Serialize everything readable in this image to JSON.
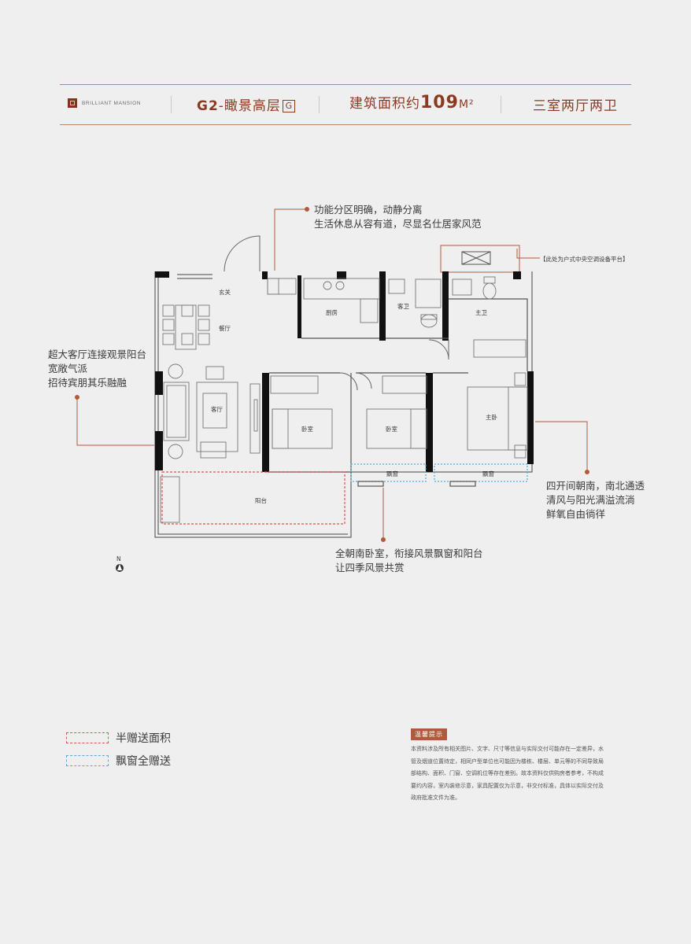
{
  "header": {
    "brand": "BRILLIANT MANSION",
    "unit_prefix": "G2",
    "unit_name": "-瞰景高层",
    "unit_badge": "G",
    "area_label": "建筑面积约",
    "area_value": "109",
    "area_unit": "M²",
    "layout": "三室两厅两卫"
  },
  "callouts": {
    "top": [
      "功能分区明确，动静分离",
      "生活休息从容有道，尽显名仕居家风范"
    ],
    "ac_platform": "【此处为户式中央空调设备平台】",
    "left": [
      "超大客厅连接观景阳台",
      "宽敞气派",
      "招待宾朋其乐融融"
    ],
    "right": [
      "四开间朝南，南北通透",
      "清风与阳光满溢流淌",
      "鲜氧自由徜徉"
    ],
    "bottom": [
      "全朝南卧室，衔接风景飘窗和阳台",
      "让四季风景共赏"
    ]
  },
  "rooms": {
    "entrance": "玄关",
    "dining": "餐厅",
    "kitchen": "厨房",
    "guest_bath": "客卫",
    "master_bath": "主卫",
    "living": "客厅",
    "bedroom_a": "卧室",
    "bedroom_b": "卧室",
    "master_bedroom": "主卧",
    "bay_window_a": "飘窗",
    "bay_window_b": "飘窗",
    "balcony": "阳台"
  },
  "compass": "N",
  "legend": [
    {
      "label": "半赠送面积",
      "color": "#d9534f"
    },
    {
      "label": "飘窗全赠送",
      "color": "#5aa9d6"
    }
  ],
  "tips": {
    "title": "温馨提示",
    "lines": [
      "本资料涉及所有相关图片、文字、尺寸等信息与实际交付可能存在一定差异，水",
      "管及烟道位置待定，相同户型单位也可能因为楼栋、楼层、单元等的不同导致局",
      "部结构、面积、门窗、空调机位等存在差别。故本资料仅供购房者参考，不构成",
      "要约内容，室内装修示意，家具配置仅为示意，非交付标准，具体以实际交付及",
      "政府批准文件为准。"
    ]
  },
  "colors": {
    "accent": "#8b3a22",
    "leader": "#b05a3c",
    "wall": "#111111",
    "half_gift": "#d9534f",
    "bay_gift": "#5aa9d6"
  }
}
